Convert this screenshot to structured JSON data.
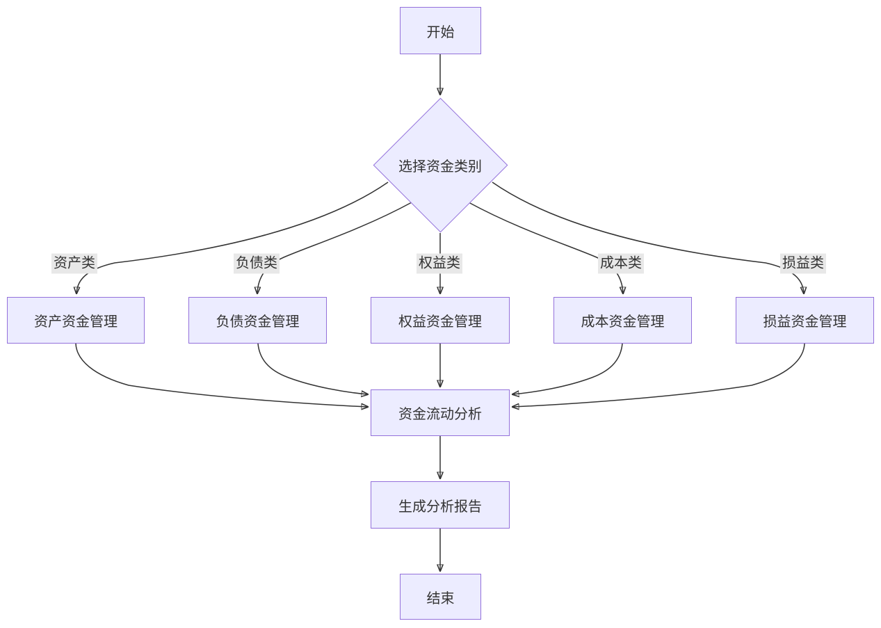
{
  "diagram": {
    "type": "flowchart",
    "colors": {
      "background": "#ffffff",
      "node_fill": "#ECECFF",
      "node_border": "#9370DB",
      "edge_color": "#333333",
      "edge_label_background": "#e8e8e8",
      "text": "#333333"
    },
    "nodes": {
      "start": {
        "label": "开始",
        "shape": "rect"
      },
      "decision": {
        "label": "选择资金类别",
        "shape": "diamond"
      },
      "asset": {
        "label": "资产资金管理",
        "shape": "rect"
      },
      "liability": {
        "label": "负债资金管理",
        "shape": "rect"
      },
      "equity": {
        "label": "权益资金管理",
        "shape": "rect"
      },
      "cost": {
        "label": "成本资金管理",
        "shape": "rect"
      },
      "pnl": {
        "label": "损益资金管理",
        "shape": "rect"
      },
      "analysis": {
        "label": "资金流动分析",
        "shape": "rect"
      },
      "report": {
        "label": "生成分析报告",
        "shape": "rect"
      },
      "end": {
        "label": "结束",
        "shape": "rect"
      }
    },
    "edge_labels": {
      "asset": "资产类",
      "liability": "负债类",
      "equity": "权益类",
      "cost": "成本类",
      "pnl": "损益类"
    },
    "edges": [
      "start -> decision",
      "decision -资产类-> asset",
      "decision -负债类-> liability",
      "decision -权益类-> equity",
      "decision -成本类-> cost",
      "decision -损益类-> pnl",
      "asset -> analysis",
      "liability -> analysis",
      "equity -> analysis",
      "cost -> analysis",
      "pnl -> analysis",
      "analysis -> report",
      "report -> end"
    ]
  }
}
